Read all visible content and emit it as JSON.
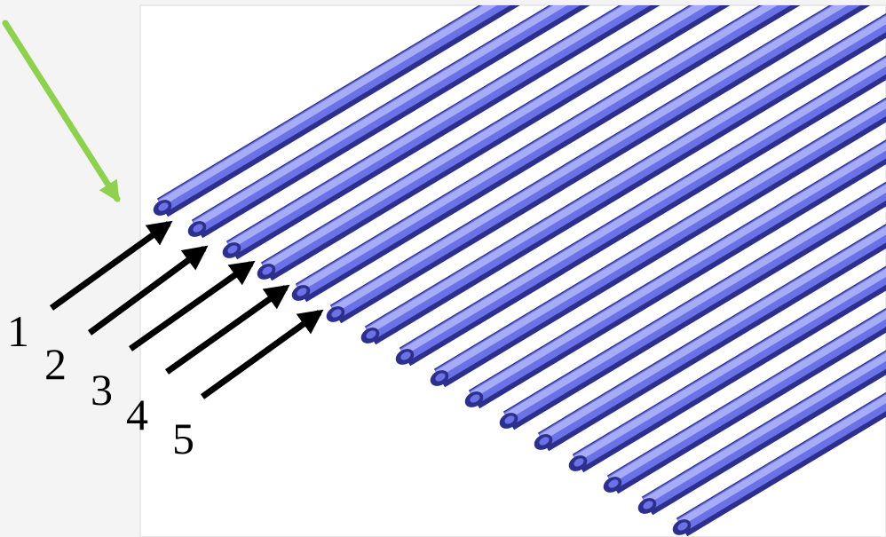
{
  "figure": {
    "fiber_labels": [
      "1",
      "2",
      "3",
      "4",
      "5"
    ],
    "colors": {
      "fiber_dark": "#2d2f8c",
      "fiber_mid": "#6b72e8",
      "fiber_light": "#a6acf6",
      "pointer_arrow": "#8dd14f",
      "label_arrow": "#000000",
      "background": "#f4f4f4",
      "panel": "#ffffff"
    }
  }
}
